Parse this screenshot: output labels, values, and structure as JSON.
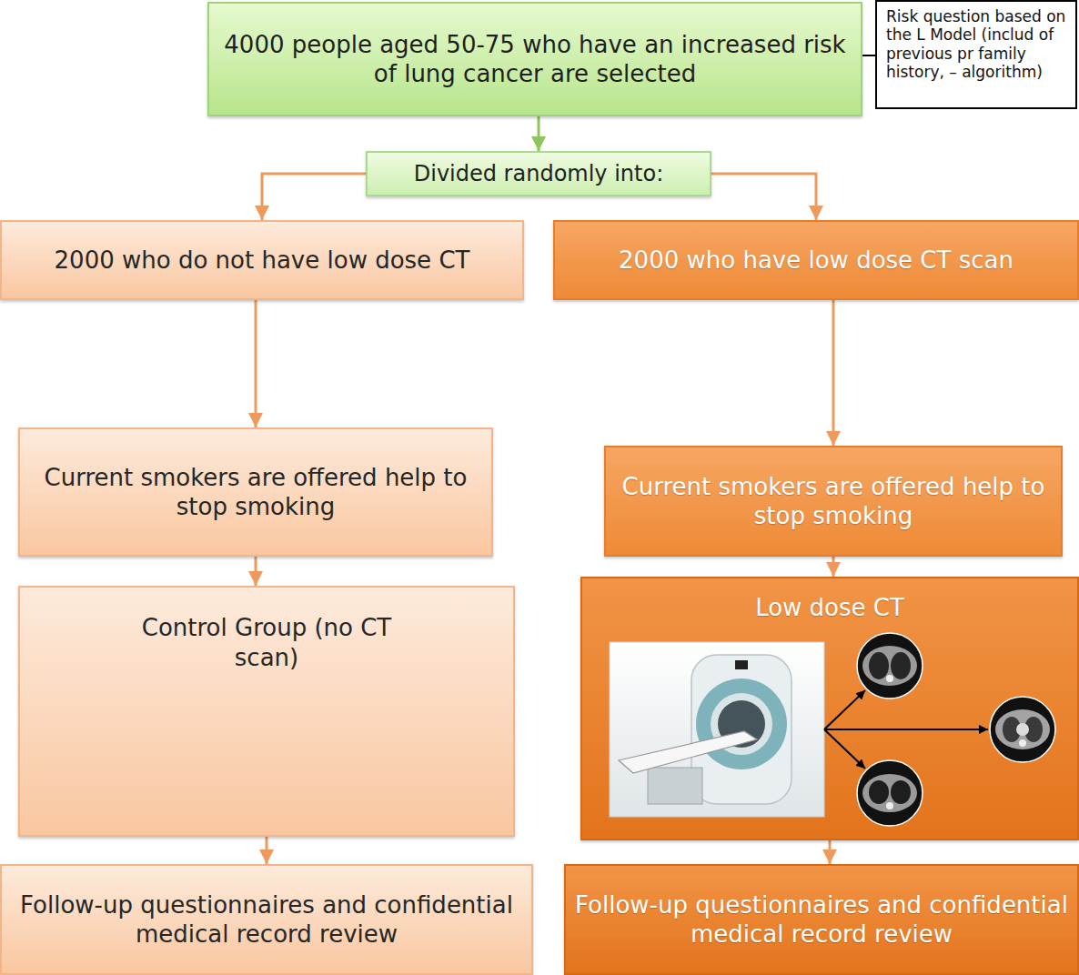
{
  "diagram": {
    "nodes": [
      {
        "text": [
          "4000 people aged 50-75 who have an increased risk of lung cancer are selected"
        ]
      },
      {
        "text": [
          "Risk question based on the L Model (includ of previous pr family history, – algorithm)"
        ]
      },
      {
        "text": [
          "Divided randomly into:"
        ]
      },
      {
        "text": [
          "2000 who do not have low dose CT"
        ]
      },
      {
        "text": [
          "2000 who have low dose CT scan"
        ]
      },
      {
        "text": [
          "Current smokers are offered help to stop smoking"
        ]
      },
      {
        "text": [
          "Current smokers are offered help to stop smoking"
        ]
      },
      {
        "text": [
          "Control Group (no CT scan)"
        ]
      },
      {
        "text": [
          "Low dose CT"
        ]
      },
      {
        "text": [
          "Follow-up questionnaires and confidential medical record review"
        ]
      },
      {
        "text": [
          "Follow-up questionnaires and confidential medical record review"
        ]
      }
    ],
    "edges": [
      {
        "from": 0,
        "to": 1,
        "arrow": "none"
      },
      {
        "from": 0,
        "to": 2,
        "arrow": "to"
      },
      {
        "from": 2,
        "to": 3,
        "arrow": "to"
      },
      {
        "from": 2,
        "to": 4,
        "arrow": "to"
      },
      {
        "from": 3,
        "to": 5,
        "arrow": "to"
      },
      {
        "from": 4,
        "to": 6,
        "arrow": "to"
      },
      {
        "from": 5,
        "to": 7,
        "arrow": "to"
      },
      {
        "from": 6,
        "to": 8,
        "arrow": "to"
      },
      {
        "from": 7,
        "to": 9,
        "arrow": "to"
      },
      {
        "from": 8,
        "to": 10,
        "arrow": "to"
      }
    ]
  }
}
